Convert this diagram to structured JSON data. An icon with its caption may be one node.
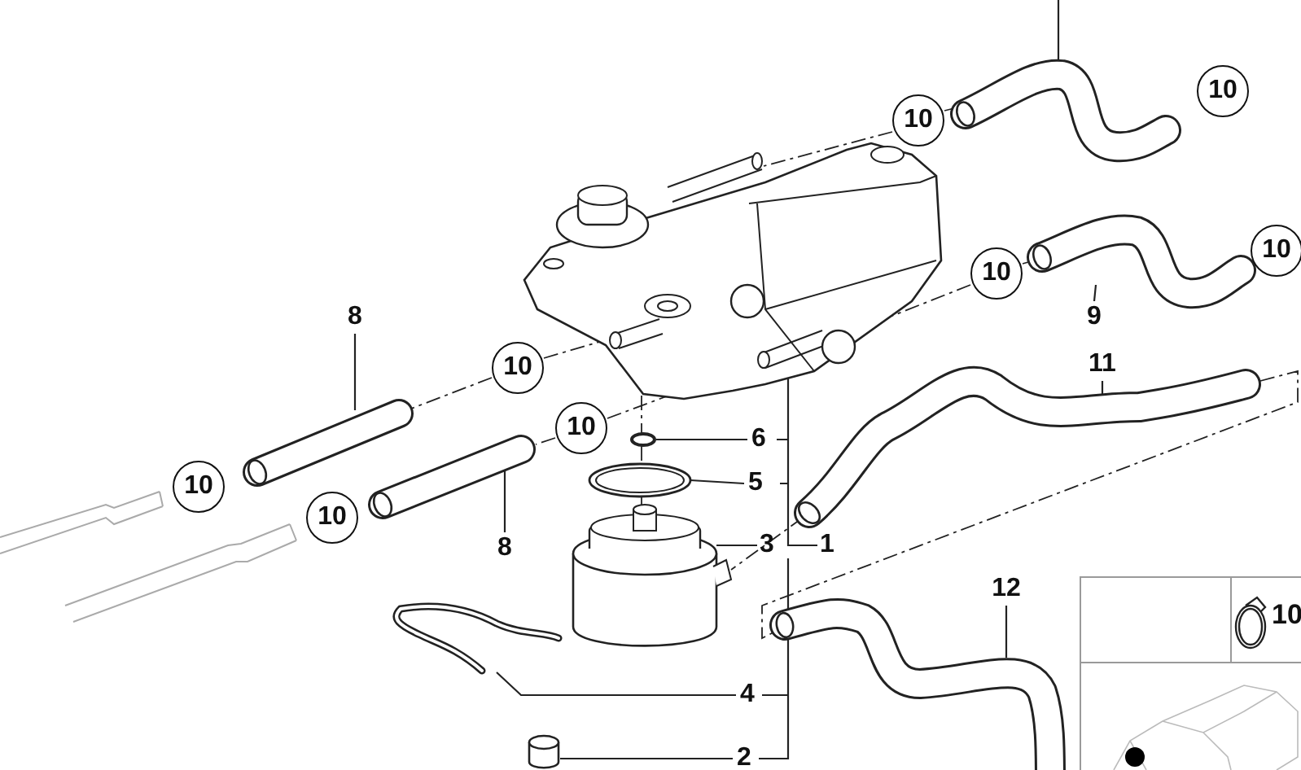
{
  "diagram": {
    "nodes": [
      {
        "text": [],
        "shape": "hose"
      },
      {
        "text": [
          "10"
        ]
      },
      {
        "text": [
          "10"
        ]
      },
      {
        "text": [],
        "shape": "valve"
      },
      {
        "text": [
          "10"
        ]
      },
      {
        "text": [
          "10"
        ]
      },
      {
        "text": [],
        "shape": "hose"
      },
      {
        "text": [
          "9"
        ]
      },
      {
        "text": [
          "8"
        ]
      },
      {
        "text": [],
        "shape": "tube"
      },
      {
        "text": [
          "10"
        ]
      },
      {
        "text": [
          "11"
        ]
      },
      {
        "text": [],
        "shape": "hose"
      },
      {
        "text": [
          "10"
        ]
      },
      {
        "text": [],
        "shape": "ring"
      },
      {
        "text": [
          "6"
        ]
      },
      {
        "text": [],
        "shape": "ring"
      },
      {
        "text": [
          "5"
        ]
      },
      {
        "text": [
          "10"
        ]
      },
      {
        "text": [
          "10"
        ]
      },
      {
        "text": [],
        "shape": "tube"
      },
      {
        "text": [
          "8"
        ]
      },
      {
        "text": [],
        "shape": "cylinder"
      },
      {
        "text": [
          "3"
        ]
      },
      {
        "text": [
          "1"
        ]
      },
      {
        "text": [
          "12"
        ]
      },
      {
        "text": [],
        "shape": "hose"
      },
      {
        "text": [],
        "shape": "clip"
      },
      {
        "text": [
          "4"
        ]
      },
      {
        "text": [],
        "shape": "cylinder"
      },
      {
        "text": [
          "2"
        ]
      },
      {
        "text": [
          "10"
        ]
      }
    ],
    "edges": [
      {
        "from": null,
        "to": 0,
        "arrow": "none"
      },
      {
        "from": 7,
        "to": 6,
        "arrow": "none"
      },
      {
        "from": 8,
        "to": 9,
        "arrow": "none"
      },
      {
        "from": 11,
        "to": 12,
        "arrow": "none"
      },
      {
        "from": 15,
        "to": 14,
        "arrow": "none"
      },
      {
        "from": 17,
        "to": 16,
        "arrow": "none"
      },
      {
        "from": 21,
        "to": 20,
        "arrow": "none"
      },
      {
        "from": 23,
        "to": 22,
        "arrow": "none"
      },
      {
        "from": 24,
        "to": 3,
        "arrow": "none"
      },
      {
        "from": 25,
        "to": 26,
        "arrow": "none"
      },
      {
        "from": 28,
        "to": 27,
        "arrow": "none"
      },
      {
        "from": 30,
        "to": 29,
        "arrow": "none"
      },
      {
        "from": 1,
        "to": 0,
        "arrow": "none",
        "style": "dashed"
      },
      {
        "from": 1,
        "to": 3,
        "arrow": "none",
        "style": "dashed"
      },
      {
        "from": 4,
        "to": 6,
        "arrow": "none",
        "style": "dashed"
      },
      {
        "from": 4,
        "to": 3,
        "arrow": "none",
        "style": "dashed"
      },
      {
        "from": 10,
        "to": 3,
        "arrow": "none",
        "style": "dashed"
      },
      {
        "from": 10,
        "to": 9,
        "arrow": "none",
        "style": "dashed"
      },
      {
        "from": 13,
        "to": 3,
        "arrow": "none",
        "style": "dashed"
      },
      {
        "from": 13,
        "to": 20,
        "arrow": "none",
        "style": "dashed"
      },
      {
        "from": 3,
        "to": 14,
        "arrow": "none",
        "style": "dashed"
      },
      {
        "from": 14,
        "to": 16,
        "arrow": "none",
        "style": "dashed"
      },
      {
        "from": 16,
        "to": 22,
        "arrow": "none",
        "style": "dashed"
      },
      {
        "from": 12,
        "to": 22,
        "arrow": "none",
        "style": "dashed"
      },
      {
        "from": 12,
        "to": 26,
        "arrow": "none",
        "style": "dashed"
      }
    ]
  }
}
